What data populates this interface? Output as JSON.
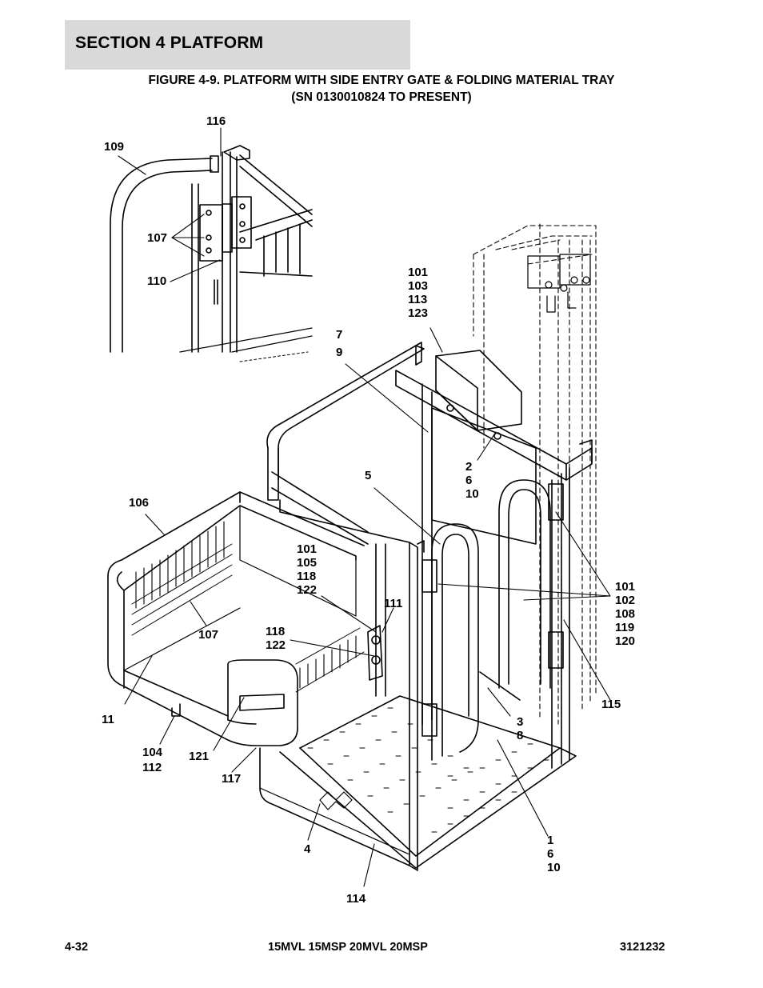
{
  "section": {
    "title": "SECTION 4   PLATFORM"
  },
  "figure": {
    "title_line1": "FIGURE 4-9. PLATFORM WITH SIDE ENTRY GATE & FOLDING MATERIAL TRAY",
    "title_line2": "(SN 0130010824 TO PRESENT)"
  },
  "callouts": {
    "c116": "116",
    "c109": "109",
    "c107a": "107",
    "c110": "110",
    "c101_103": "101\n103\n113\n123",
    "c7_9": "7\n\n9",
    "c2_6_10": "2\n6\n10",
    "c5": "5",
    "c106": "106",
    "c101_105": "101\n105\n118\n122",
    "c111": "111",
    "c118_122": "118\n122",
    "c107b": "107",
    "c101_102": "101\n102\n108\n119\n120",
    "c11": "11",
    "c115": "115",
    "c3_8": "3\n8",
    "c104_112": "104\n112",
    "c121": "121",
    "c117": "117",
    "c4": "4",
    "c1_6_10": "1\n6\n10",
    "c114": "114"
  },
  "footer": {
    "page": "4-32",
    "models": "15MVL 15MSP 20MVL 20MSP",
    "doc": "3121232"
  }
}
